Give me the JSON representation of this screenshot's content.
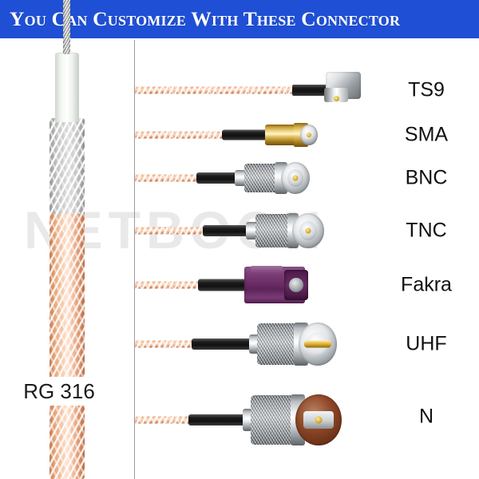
{
  "header": {
    "title": "You Can Customize With These Connector",
    "bg_color": "#1f4fd4",
    "text_color": "#ffffff"
  },
  "watermark": {
    "text": "NETBOON",
    "color": "#e9e9e9"
  },
  "cable": {
    "label": "RG 316",
    "jacket_color": "#e8a87c",
    "shield_color": "#d8d8d8",
    "dielectric_color": "#ffffff",
    "center_conductor_color": "#b0b0b0"
  },
  "connectors": [
    {
      "name": "TS9",
      "label": "TS9",
      "style": "right-angle",
      "body_color": "#c9ced2",
      "boot_color": "#141414"
    },
    {
      "name": "SMA",
      "label": "SMA",
      "style": "threaded-hex",
      "body_color": "#d9b44a",
      "boot_color": "#141414"
    },
    {
      "name": "BNC",
      "label": "BNC",
      "style": "bayonet",
      "body_color": "#c9ced2",
      "boot_color": "#141414"
    },
    {
      "name": "TNC",
      "label": "TNC",
      "style": "threaded",
      "body_color": "#c9ced2",
      "boot_color": "#141414"
    },
    {
      "name": "Fakra",
      "label": "Fakra",
      "style": "keyed-housing",
      "body_color": "#6d2f68",
      "boot_color": "#141414"
    },
    {
      "name": "UHF",
      "label": "UHF",
      "style": "threaded-large",
      "body_color": "#c9ced2",
      "boot_color": "#141414",
      "pin_color": "#d9a926"
    },
    {
      "name": "N",
      "label": "N",
      "style": "threaded-n",
      "body_color": "#c9ced2",
      "boot_color": "#141414",
      "interior_color": "#7a3a20"
    }
  ]
}
